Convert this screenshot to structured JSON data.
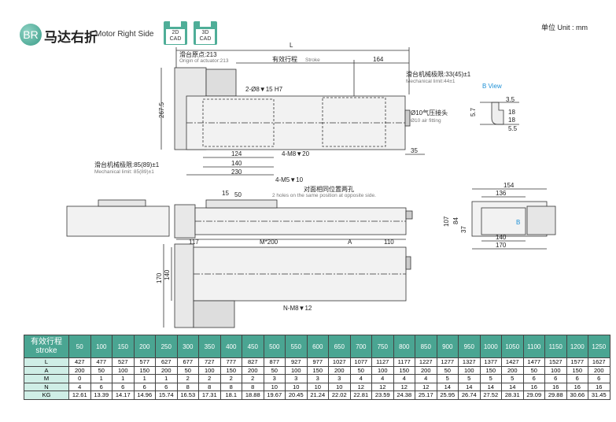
{
  "header": {
    "badge": "BR",
    "title_cn": "马达右折",
    "title_en": "Motor Right Side",
    "cad2d": [
      "2D",
      "CAD"
    ],
    "cad3d": [
      "3D",
      "CAD"
    ],
    "unit": "单位 Unit : mm"
  },
  "drawing": {
    "L": "L",
    "origin_cn": "滑台原点:213",
    "origin_en": "Origin of actuator:213",
    "stroke_cn": "有效行程",
    "stroke_en": "Stroke",
    "d164": "164",
    "mech_right_cn": "滑台机械极限:33(45)±1",
    "mech_right_en": "Mechanical limit:44±1",
    "bview": "B View",
    "pin": "2-Ø8▼15 H7",
    "d267": "267.5",
    "air_cn": "Ø10气压接头",
    "air_en": "Ø10 air fitting",
    "m8": "4-M8▼20",
    "d124": "124",
    "d140": "140",
    "d230": "230",
    "d35": "35",
    "mech_left_cn": "滑台机械极限:85(89)±1",
    "mech_left_en": "Mechanical limit: 85(89)±1",
    "m5": "4-M5▼10",
    "d15": "15",
    "d50": "50",
    "holes_cn": "对面相同位置两孔",
    "holes_en": "2 holes on the same position at opposite side.",
    "b35": "3.5",
    "b57": "5.7",
    "b18": "18",
    "b55": "5.5",
    "e154": "154",
    "e136": "136",
    "e107": "107",
    "e84": "84",
    "e37": "37",
    "e140": "140",
    "e170": "170",
    "eB": "B",
    "d117": "117",
    "dM200": "M*200",
    "dA": "A",
    "d110": "110",
    "d170": "170",
    "d140v": "140",
    "nm8": "N-M8▼12"
  },
  "table": {
    "header": [
      "有效行程",
      "stroke"
    ],
    "strokes": [
      "50",
      "100",
      "150",
      "200",
      "250",
      "300",
      "350",
      "400",
      "450",
      "500",
      "550",
      "600",
      "650",
      "700",
      "750",
      "800",
      "850",
      "900",
      "950",
      "1000",
      "1050",
      "1100",
      "1150",
      "1200",
      "1250"
    ],
    "rows": [
      {
        "label": "L",
        "values": [
          "427",
          "477",
          "527",
          "577",
          "627",
          "677",
          "727",
          "777",
          "827",
          "877",
          "927",
          "977",
          "1027",
          "1077",
          "1127",
          "1177",
          "1227",
          "1277",
          "1327",
          "1377",
          "1427",
          "1477",
          "1527",
          "1577",
          "1627"
        ]
      },
      {
        "label": "A",
        "values": [
          "200",
          "50",
          "100",
          "150",
          "200",
          "50",
          "100",
          "150",
          "200",
          "50",
          "100",
          "150",
          "200",
          "50",
          "100",
          "150",
          "200",
          "50",
          "100",
          "150",
          "200",
          "50",
          "100",
          "150",
          "200"
        ]
      },
      {
        "label": "M",
        "values": [
          "0",
          "1",
          "1",
          "1",
          "1",
          "2",
          "2",
          "2",
          "2",
          "3",
          "3",
          "3",
          "3",
          "4",
          "4",
          "4",
          "4",
          "5",
          "5",
          "5",
          "5",
          "6",
          "6",
          "6",
          "6"
        ]
      },
      {
        "label": "N",
        "values": [
          "4",
          "6",
          "6",
          "6",
          "6",
          "8",
          "8",
          "8",
          "8",
          "10",
          "10",
          "10",
          "10",
          "12",
          "12",
          "12",
          "12",
          "14",
          "14",
          "14",
          "14",
          "16",
          "16",
          "16",
          "16"
        ]
      },
      {
        "label": "KG",
        "values": [
          "12.61",
          "13.39",
          "14.17",
          "14.96",
          "15.74",
          "16.53",
          "17.31",
          "18.1",
          "18.88",
          "19.67",
          "20.45",
          "21.24",
          "22.02",
          "22.81",
          "23.59",
          "24.38",
          "25.17",
          "25.95",
          "26.74",
          "27.52",
          "28.31",
          "29.09",
          "29.88",
          "30.66",
          "31.45"
        ]
      }
    ]
  }
}
